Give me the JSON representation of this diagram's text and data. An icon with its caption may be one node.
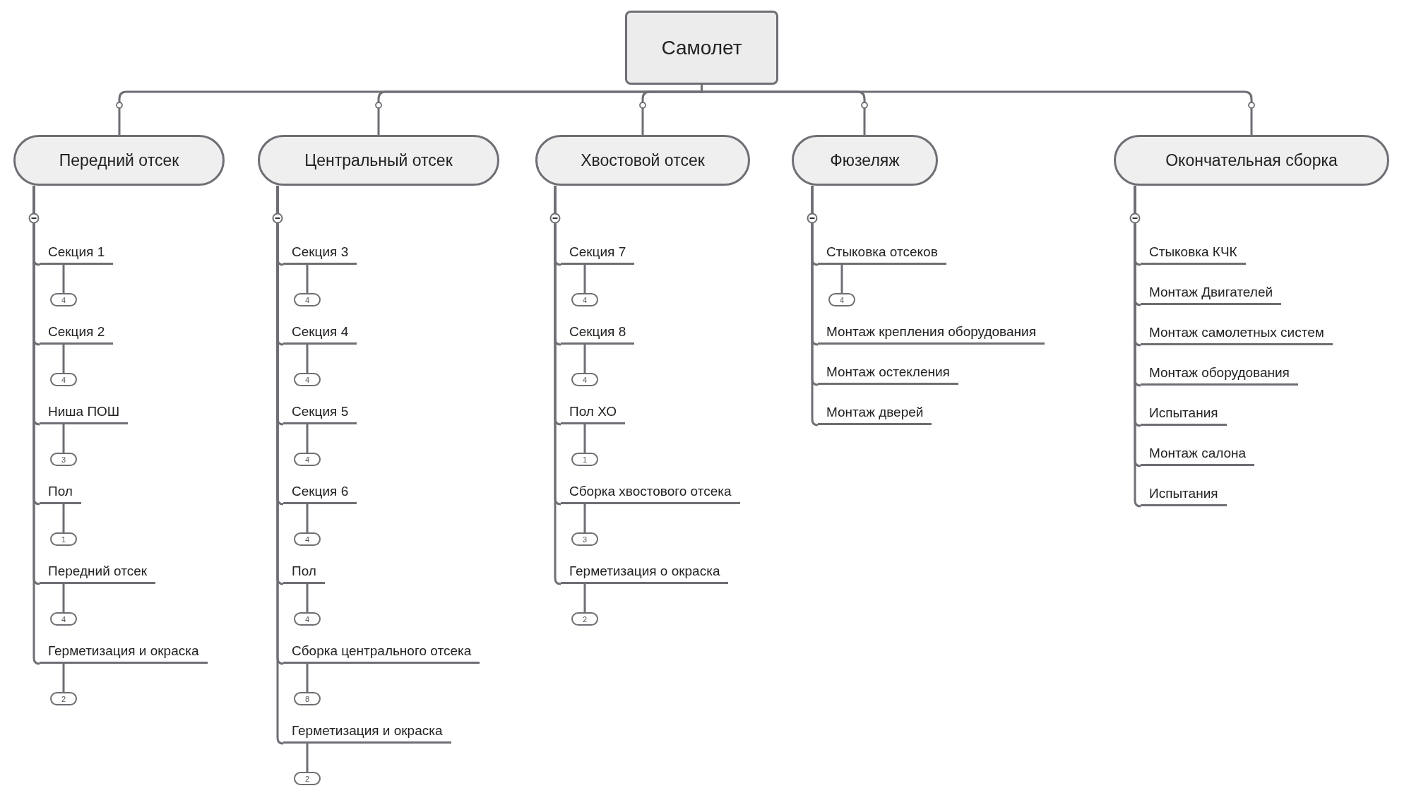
{
  "diagram": {
    "nodes": [
      {
        "text": [
          "Самолет"
        ]
      },
      {
        "text": [
          "Передний отсек"
        ]
      },
      {
        "text": [
          "Центральный отсек"
        ]
      },
      {
        "text": [
          "Хвостовой отсек"
        ]
      },
      {
        "text": [
          "Фюзеляж"
        ]
      },
      {
        "text": [
          "Окончательная сборка"
        ]
      },
      {
        "text": [
          "Секция 1"
        ]
      },
      {
        "text": [
          "4"
        ]
      },
      {
        "text": [
          "Секция 2"
        ]
      },
      {
        "text": [
          "4"
        ]
      },
      {
        "text": [
          "Ниша ПОШ"
        ]
      },
      {
        "text": [
          "3"
        ]
      },
      {
        "text": [
          "Пол"
        ]
      },
      {
        "text": [
          "1"
        ]
      },
      {
        "text": [
          "Передний отсек"
        ]
      },
      {
        "text": [
          "4"
        ]
      },
      {
        "text": [
          "Герметизация и окраска"
        ]
      },
      {
        "text": [
          "2"
        ]
      },
      {
        "text": [
          "Секция 3"
        ]
      },
      {
        "text": [
          "4"
        ]
      },
      {
        "text": [
          "Секция 4"
        ]
      },
      {
        "text": [
          "4"
        ]
      },
      {
        "text": [
          "Секция 5"
        ]
      },
      {
        "text": [
          "4"
        ]
      },
      {
        "text": [
          "Секция 6"
        ]
      },
      {
        "text": [
          "4"
        ]
      },
      {
        "text": [
          "Пол"
        ]
      },
      {
        "text": [
          "4"
        ]
      },
      {
        "text": [
          "Сборка центрального отсека"
        ]
      },
      {
        "text": [
          "8"
        ]
      },
      {
        "text": [
          "Герметизация и окраска"
        ]
      },
      {
        "text": [
          "2"
        ]
      },
      {
        "text": [
          "Секция 7"
        ]
      },
      {
        "text": [
          "4"
        ]
      },
      {
        "text": [
          "Секция 8"
        ]
      },
      {
        "text": [
          "4"
        ]
      },
      {
        "text": [
          "Пол ХО"
        ]
      },
      {
        "text": [
          "1"
        ]
      },
      {
        "text": [
          "Сборка хвостового отсека"
        ]
      },
      {
        "text": [
          "3"
        ]
      },
      {
        "text": [
          "Герметизация о окраска"
        ]
      },
      {
        "text": [
          "2"
        ]
      },
      {
        "text": [
          "Стыковка отсеков"
        ]
      },
      {
        "text": [
          "4"
        ]
      },
      {
        "text": [
          "Монтаж крепления оборудования"
        ]
      },
      {
        "text": [
          "Монтаж остекления"
        ]
      },
      {
        "text": [
          "Монтаж дверей"
        ]
      },
      {
        "text": [
          "Стыковка КЧК"
        ]
      },
      {
        "text": [
          "Монтаж Двигателей"
        ]
      },
      {
        "text": [
          "Монтаж самолетных систем"
        ]
      },
      {
        "text": [
          "Монтаж оборудования"
        ]
      },
      {
        "text": [
          "Испытания"
        ]
      },
      {
        "text": [
          "Монтаж салона"
        ]
      },
      {
        "text": [
          "Испытания"
        ]
      }
    ],
    "edges": [
      {
        "from": 0,
        "to": 1,
        "arrow": "other"
      },
      {
        "from": 0,
        "to": 2,
        "arrow": "other"
      },
      {
        "from": 0,
        "to": 3,
        "arrow": "other"
      },
      {
        "from": 0,
        "to": 4,
        "arrow": "other"
      },
      {
        "from": 0,
        "to": 5,
        "arrow": "other"
      },
      {
        "from": 1,
        "to": 6,
        "arrow": "none"
      },
      {
        "from": 6,
        "to": 7,
        "arrow": "none"
      },
      {
        "from": 1,
        "to": 8,
        "arrow": "none"
      },
      {
        "from": 8,
        "to": 9,
        "arrow": "none"
      },
      {
        "from": 1,
        "to": 10,
        "arrow": "none"
      },
      {
        "from": 10,
        "to": 11,
        "arrow": "none"
      },
      {
        "from": 1,
        "to": 12,
        "arrow": "none"
      },
      {
        "from": 12,
        "to": 13,
        "arrow": "none"
      },
      {
        "from": 1,
        "to": 14,
        "arrow": "none"
      },
      {
        "from": 14,
        "to": 15,
        "arrow": "none"
      },
      {
        "from": 1,
        "to": 16,
        "arrow": "none"
      },
      {
        "from": 16,
        "to": 17,
        "arrow": "none"
      },
      {
        "from": 2,
        "to": 18,
        "arrow": "none"
      },
      {
        "from": 18,
        "to": 19,
        "arrow": "none"
      },
      {
        "from": 2,
        "to": 20,
        "arrow": "none"
      },
      {
        "from": 20,
        "to": 21,
        "arrow": "none"
      },
      {
        "from": 2,
        "to": 22,
        "arrow": "none"
      },
      {
        "from": 22,
        "to": 23,
        "arrow": "none"
      },
      {
        "from": 2,
        "to": 24,
        "arrow": "none"
      },
      {
        "from": 24,
        "to": 25,
        "arrow": "none"
      },
      {
        "from": 2,
        "to": 26,
        "arrow": "none"
      },
      {
        "from": 26,
        "to": 27,
        "arrow": "none"
      },
      {
        "from": 2,
        "to": 28,
        "arrow": "none"
      },
      {
        "from": 28,
        "to": 29,
        "arrow": "none"
      },
      {
        "from": 2,
        "to": 30,
        "arrow": "none"
      },
      {
        "from": 30,
        "to": 31,
        "arrow": "none"
      },
      {
        "from": 3,
        "to": 32,
        "arrow": "none"
      },
      {
        "from": 32,
        "to": 33,
        "arrow": "none"
      },
      {
        "from": 3,
        "to": 34,
        "arrow": "none"
      },
      {
        "from": 34,
        "to": 35,
        "arrow": "none"
      },
      {
        "from": 3,
        "to": 36,
        "arrow": "none"
      },
      {
        "from": 36,
        "to": 37,
        "arrow": "none"
      },
      {
        "from": 3,
        "to": 38,
        "arrow": "none"
      },
      {
        "from": 38,
        "to": 39,
        "arrow": "none"
      },
      {
        "from": 3,
        "to": 40,
        "arrow": "none"
      },
      {
        "from": 40,
        "to": 41,
        "arrow": "none"
      },
      {
        "from": 4,
        "to": 42,
        "arrow": "none"
      },
      {
        "from": 42,
        "to": 43,
        "arrow": "none"
      },
      {
        "from": 4,
        "to": 44,
        "arrow": "none"
      },
      {
        "from": 4,
        "to": 45,
        "arrow": "none"
      },
      {
        "from": 4,
        "to": 46,
        "arrow": "none"
      },
      {
        "from": 5,
        "to": 47,
        "arrow": "none"
      },
      {
        "from": 5,
        "to": 48,
        "arrow": "none"
      },
      {
        "from": 5,
        "to": 49,
        "arrow": "none"
      },
      {
        "from": 5,
        "to": 50,
        "arrow": "none"
      },
      {
        "from": 5,
        "to": 51,
        "arrow": "none"
      },
      {
        "from": 5,
        "to": 52,
        "arrow": "none"
      },
      {
        "from": 5,
        "to": 53,
        "arrow": "none"
      }
    ]
  }
}
